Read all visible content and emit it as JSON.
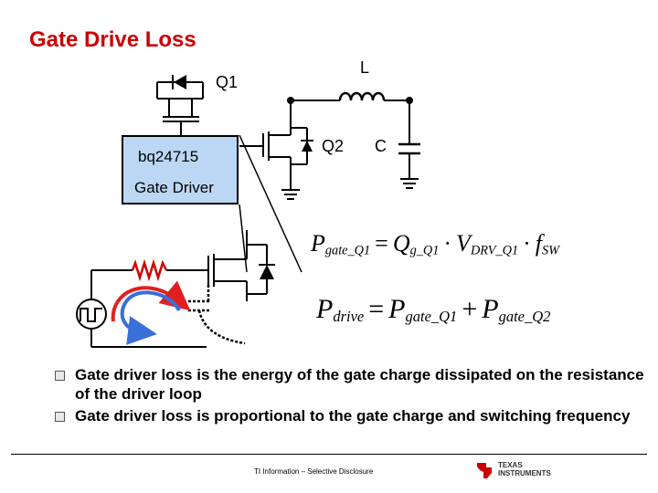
{
  "title": "Gate Drive Loss",
  "labels": {
    "q1": "Q1",
    "q2": "Q2",
    "inductor": "L",
    "capacitor": "C"
  },
  "driver": {
    "chip": "bq24715",
    "name": "Gate Driver"
  },
  "equations": {
    "eq1": {
      "lhs": "P",
      "lhs_sub": "gate_Q1",
      "t1": "Q",
      "t1_sub": "g_Q1",
      "t2": "V",
      "t2_sub": "DRV_Q1",
      "t3": "f",
      "t3_sub": "SW"
    },
    "eq2": {
      "lhs": "P",
      "lhs_sub": "drive",
      "t1": "P",
      "t1_sub": "gate_Q1",
      "t2": "P",
      "t2_sub": "gate_Q2"
    }
  },
  "bullets": [
    "Gate driver loss is the energy of the gate charge dissipated on the resistance of the driver loop",
    "Gate driver loss is proportional to the gate charge and switching frequency"
  ],
  "footer": {
    "text": "TI Information – Selective Disclosure",
    "logo_line1": "TEXAS",
    "logo_line2": "INSTRUMENTS"
  },
  "colors": {
    "title": "#cc0000",
    "driver_box": "#bcd7f3",
    "resistor": "#d00000",
    "charge_arrow": "#e02020",
    "discharge_arrow": "#3a6fd8",
    "logo": "#cc0000"
  }
}
